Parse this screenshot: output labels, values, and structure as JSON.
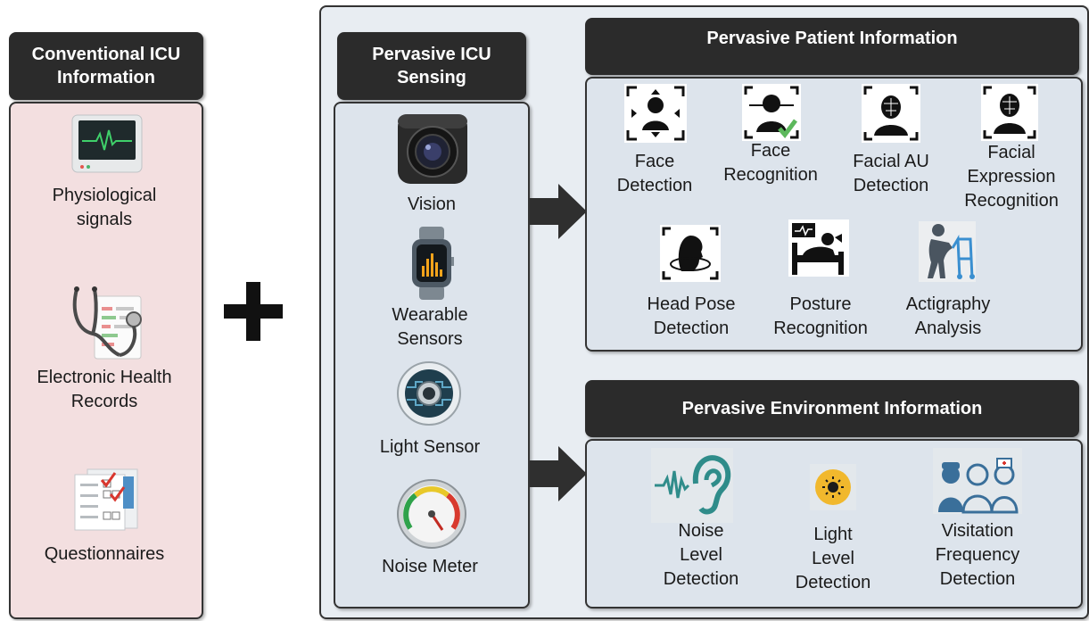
{
  "conventional": {
    "title": "Conventional ICU\nInformation",
    "items": [
      "Physiological\nsignals",
      "Electronic Health\nRecords",
      "Questionnaires"
    ]
  },
  "plus_symbol": "+",
  "sensing": {
    "title": "Pervasive ICU\nSensing",
    "items": [
      "Vision",
      "Wearable\nSensors",
      "Light Sensor",
      "Noise Meter"
    ]
  },
  "patient": {
    "title": "Pervasive Patient Information",
    "items": [
      "Face\nDetection",
      "Face\nRecognition",
      "Facial AU\nDetection",
      "Facial\nExpression\nRecognition",
      "Head Pose\nDetection",
      "Posture\nRecognition",
      "Actigraphy\nAnalysis"
    ]
  },
  "environment": {
    "title": "Pervasive Environment Information",
    "items": [
      "Noise\nLevel\nDetection",
      "Light\nLevel\nDetection",
      "Visitation\nFrequency\nDetection"
    ]
  },
  "colors": {
    "header": "#2b2b2b",
    "conventional_panel": "#f3dfe0",
    "sensing_panel": "#dde4ec",
    "outer_panel": "#e8edf2",
    "arrow": "#2f2f2f"
  }
}
